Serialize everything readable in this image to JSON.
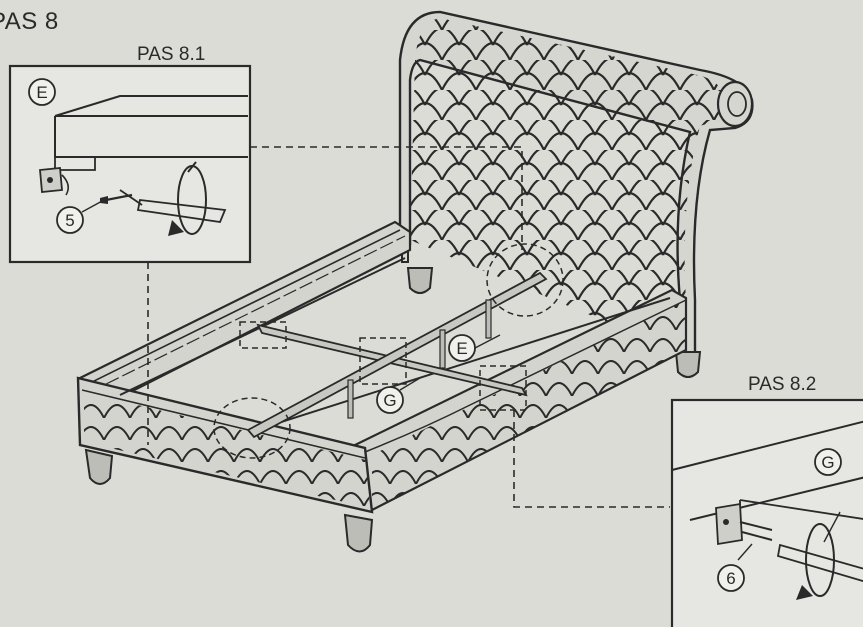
{
  "step": {
    "title": "PAS 8"
  },
  "detail_1": {
    "title": "PAS 8.1",
    "part_label": "E",
    "hardware_label": "5"
  },
  "detail_2": {
    "title": "PAS 8.2",
    "part_label": "G",
    "hardware_label": "6"
  },
  "bed_labels": {
    "side_rail": "E",
    "center_rail": "G"
  },
  "colors": {
    "background": "#dcdcd7",
    "ink": "#2a2a2a",
    "panel": "#e6e6e2"
  }
}
